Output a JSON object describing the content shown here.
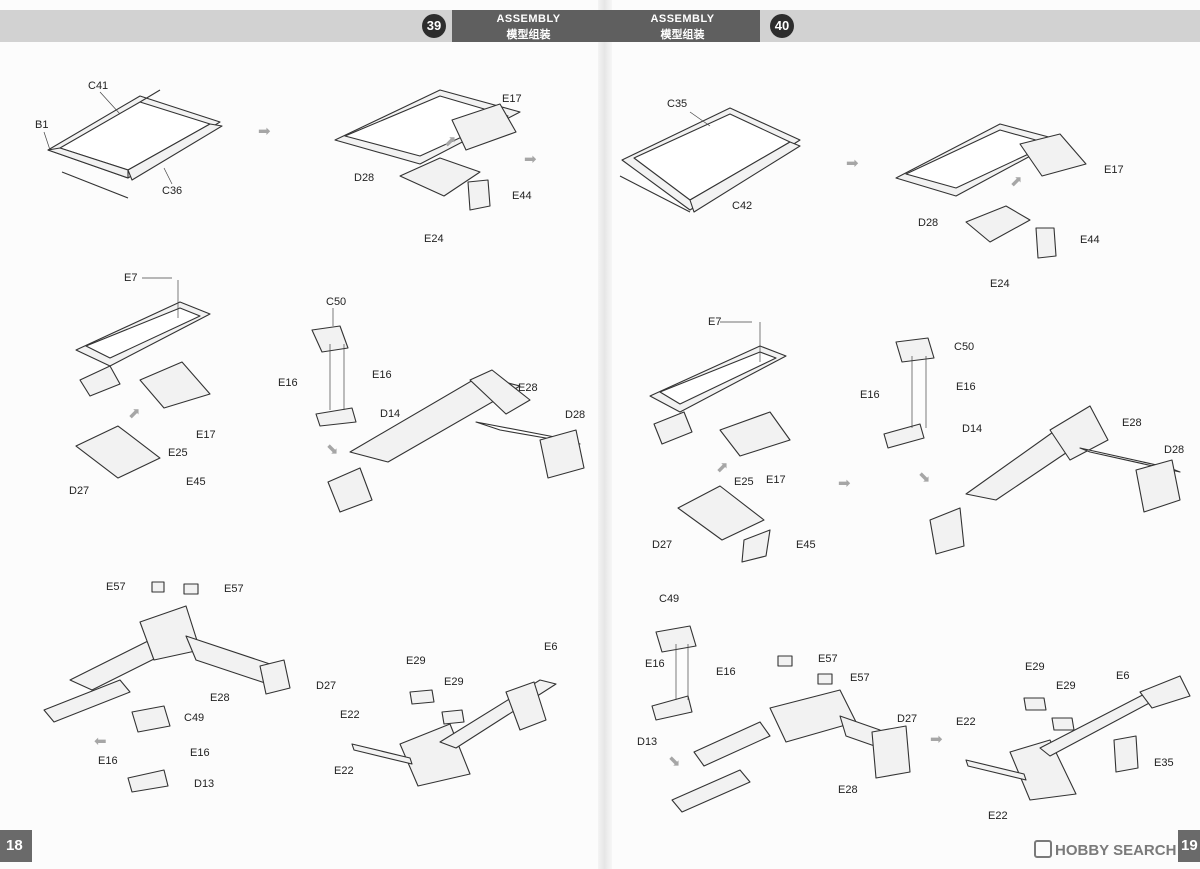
{
  "header": {
    "left_step": "39",
    "right_step": "40",
    "left_title_en": "ASSEMBLY",
    "left_title_cn": "模型组装",
    "right_title_en": "ASSEMBLY",
    "right_title_cn": "模型组装"
  },
  "page_numbers": {
    "left": "18",
    "right": "19"
  },
  "watermark": {
    "brand": "HOBBY SEARCH"
  },
  "left_page": {
    "labels": {
      "c41": "C41",
      "b1": "B1",
      "c36": "C36",
      "e17_top": "E17",
      "d28_top": "D28",
      "e44": "E44",
      "e24": "E24",
      "e7": "E7",
      "e17_mid": "E17",
      "e25": "E25",
      "d27_mid": "D27",
      "e45": "E45",
      "c50": "C50",
      "e16_a": "E16",
      "e16_b": "E16",
      "d14": "D14",
      "e28_mid": "E28",
      "d28_mid": "D28",
      "e57_a": "E57",
      "e57_b": "E57",
      "e28_bot": "E28",
      "d27_bot": "D27",
      "c49": "C49",
      "e16_c": "E16",
      "e16_d": "E16",
      "d13": "D13",
      "e6": "E6",
      "e29_a": "E29",
      "e29_b": "E29",
      "e22_a": "E22",
      "e22_b": "E22"
    }
  },
  "right_page": {
    "labels": {
      "c35": "C35",
      "c42": "C42",
      "e17_top": "E17",
      "d28_top": "D28",
      "e44": "E44",
      "e24": "E24",
      "e7": "E7",
      "e17_mid": "E17",
      "e25": "E25",
      "d27_mid": "D27",
      "e45": "E45",
      "c50": "C50",
      "e16_a": "E16",
      "e16_b": "E16",
      "d14": "D14",
      "e28_mid": "E28",
      "d28_mid": "D28",
      "c49": "C49",
      "e16_c": "E16",
      "e16_d": "E16",
      "d13": "D13",
      "e57_a": "E57",
      "e57_b": "E57",
      "d27_bot": "D27",
      "e28_bot": "E28",
      "e29_a": "E29",
      "e29_b": "E29",
      "e6": "E6",
      "e22_a": "E22",
      "e22_b": "E22",
      "e35": "E35"
    }
  }
}
